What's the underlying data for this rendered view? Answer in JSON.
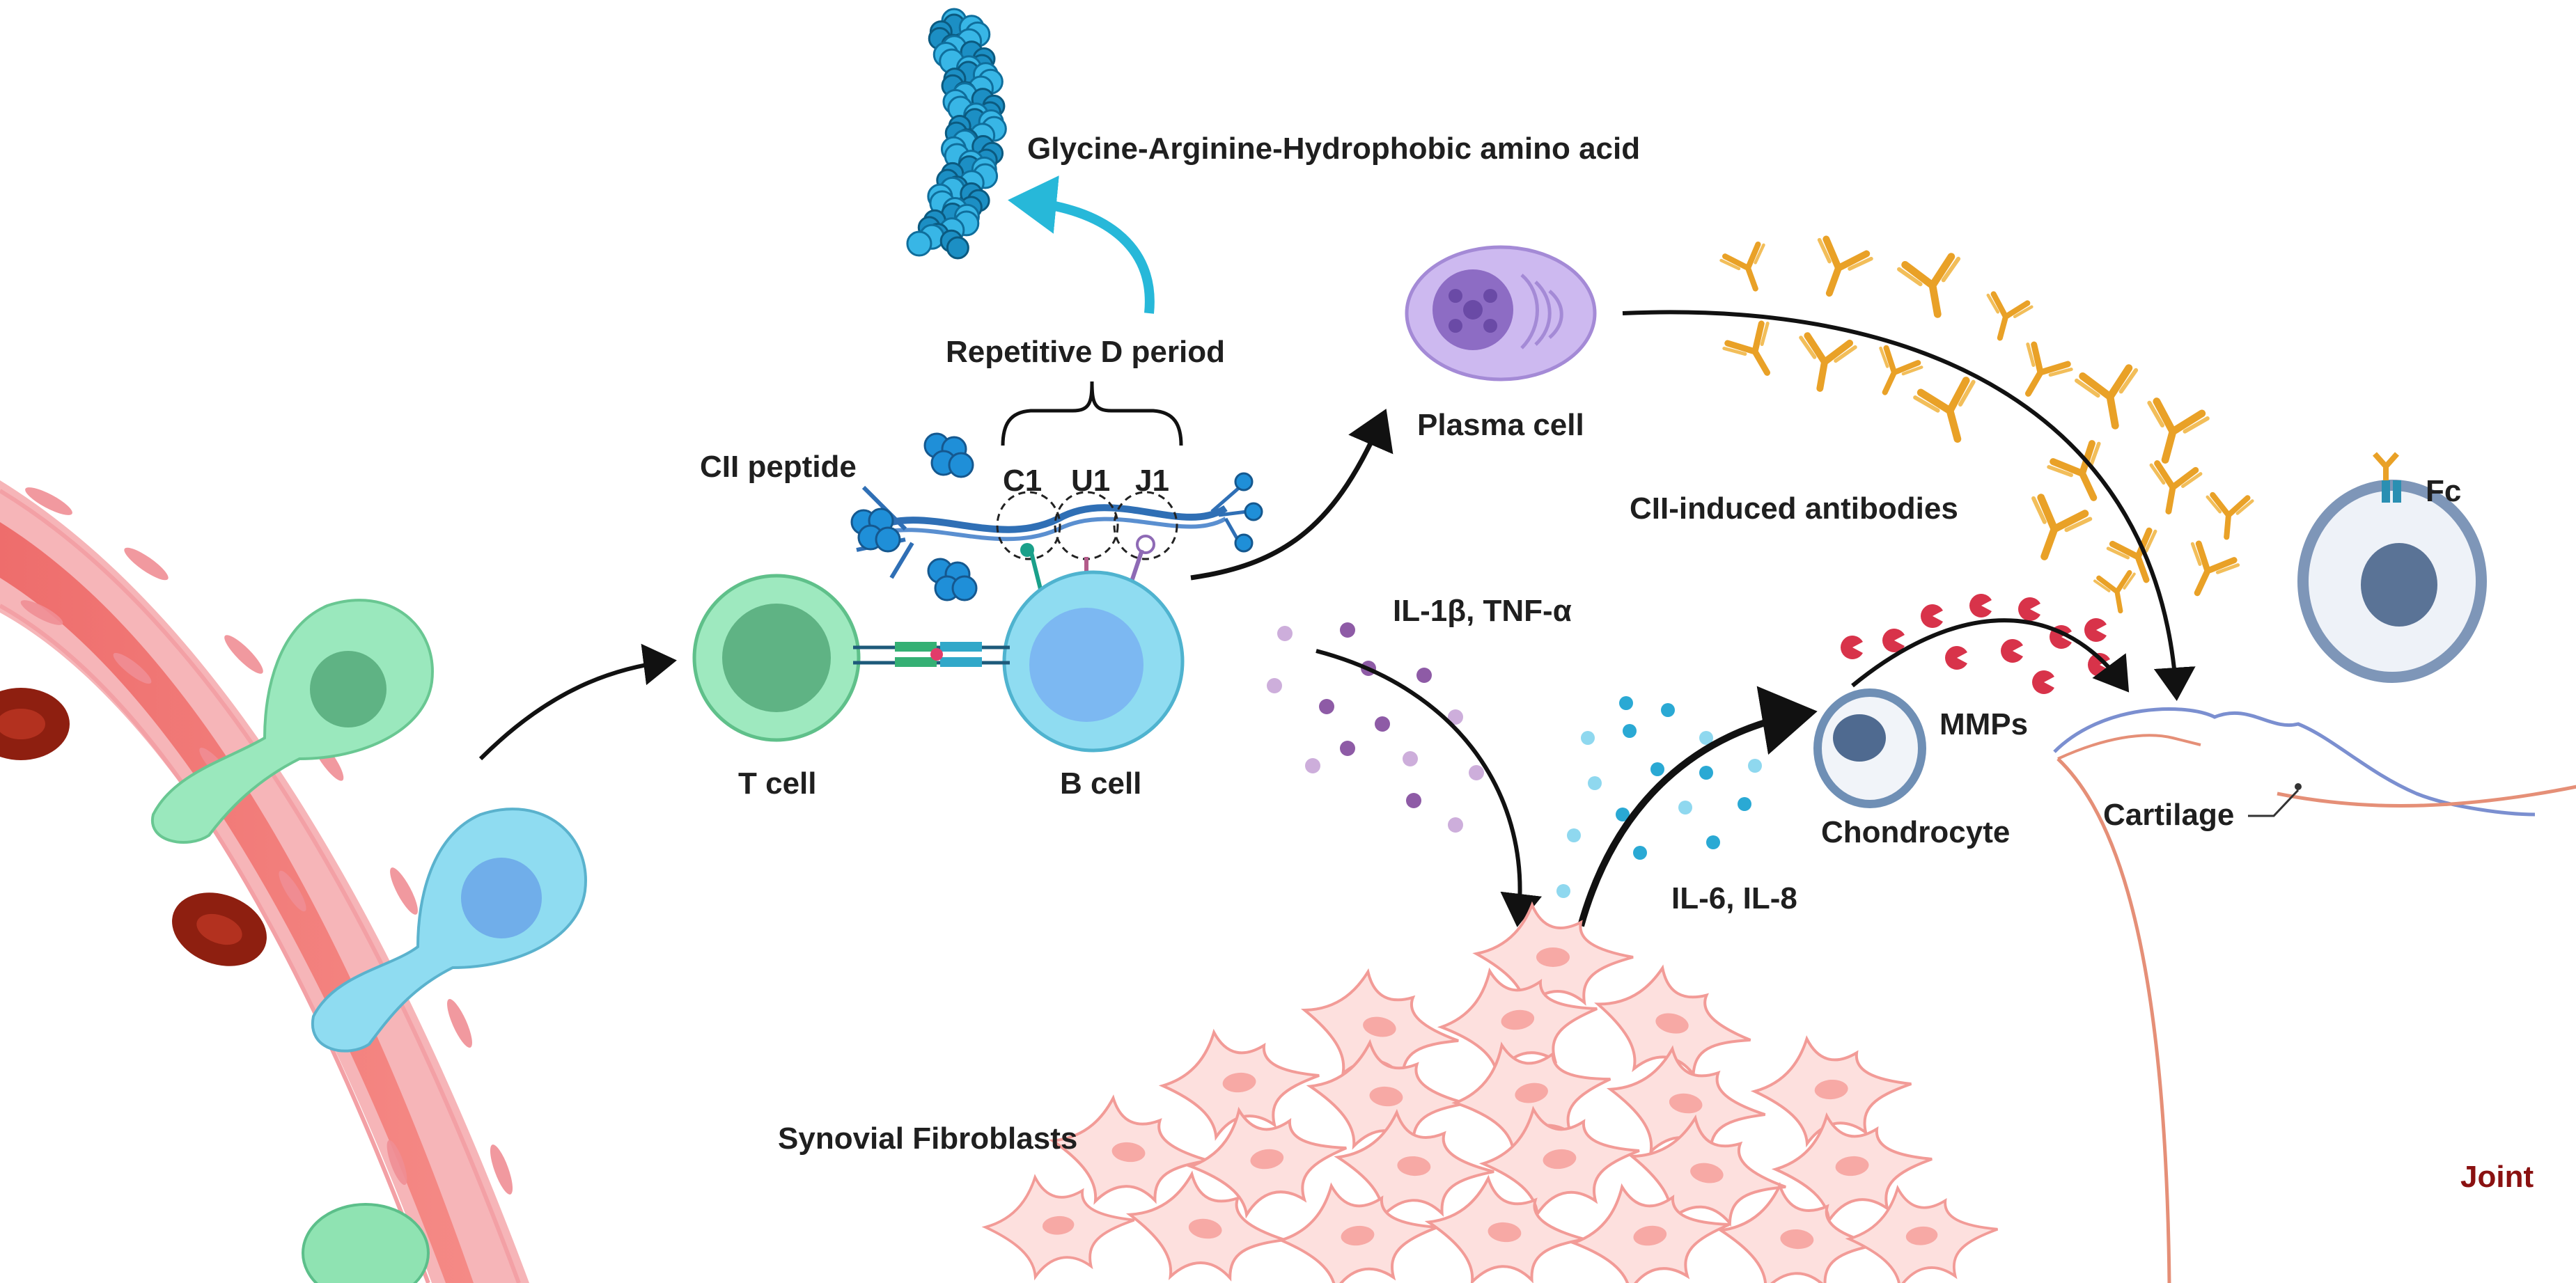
{
  "labels": {
    "amino_acid": "Glycine-Arginine-Hydrophobic amino acid",
    "repetitive": "Repetitive D period",
    "cii_peptide": "CII peptide",
    "c1": "C1",
    "u1": "U1",
    "j1": "J1",
    "t_cell": "T cell",
    "b_cell": "B cell",
    "plasma_cell": "Plasma cell",
    "cii_antibodies": "CII-induced antibodies",
    "fc": "Fc",
    "il1_tnf": "IL-1β, TNF-α",
    "il6_il8": "IL-6, IL-8",
    "mmps": "MMPs",
    "chondrocyte": "Chondrocyte",
    "cartilage": "Cartilage",
    "synovial": "Synovial Fibroblasts",
    "joint": "Joint"
  },
  "colors": {
    "vessel": "#f2807e",
    "vessel_wall": "#f6b3b6",
    "rbc": "#8e1f10",
    "t_cell": "#8fe3b2",
    "b_cell": "#8fd9ee",
    "plasma_cell": "#c9b6ee",
    "antibody": "#e9a127",
    "peptide": "#2f78c0",
    "cytokine_a": "#8e5ba6",
    "cytokine_b": "#2aa9d4",
    "mmp": "#d8334a",
    "fibroblast": "#f7a9a5",
    "chondrocyte": "#6f8fb5",
    "cartilage": "#7b8fd0",
    "bone": "#e58f77",
    "helix": "#1c8fc4",
    "arrow_cyan": "#27b8d9"
  }
}
